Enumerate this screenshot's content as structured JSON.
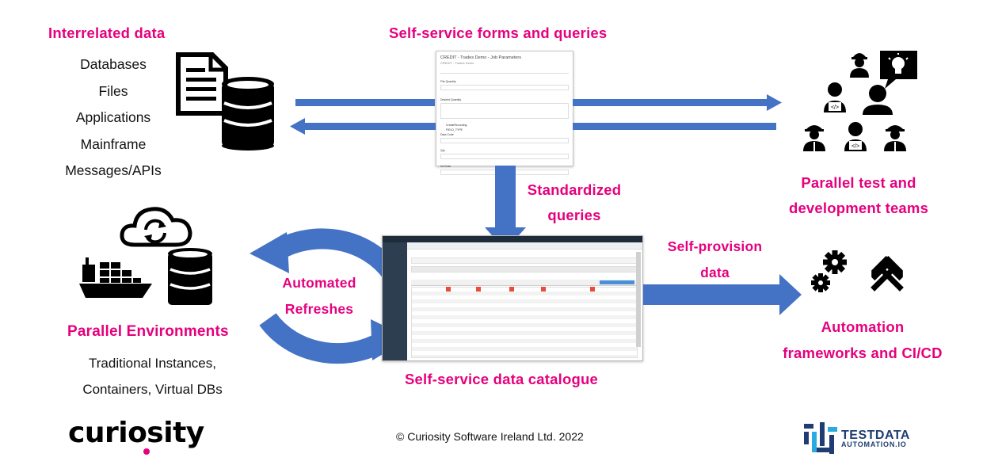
{
  "sources": {
    "title": "Interrelated data",
    "items": [
      "Databases",
      "Files",
      "Applications",
      "Mainframe",
      "Messages/APIs"
    ]
  },
  "forms": {
    "title": "Self-service forms and queries",
    "mock_title": "CREDIT - Trades Demo - Job Parameters",
    "mock_subtitle": "CREDIT - Trades Demo",
    "mock_fields": [
      "File Quantity",
      "Desired Quantity",
      "Data Code",
      "Qty",
      "Int Code"
    ],
    "mock_check_labels": [
      "CreateRecording",
      "FIELD_TYPE"
    ]
  },
  "teams": {
    "title_line1": "Parallel test and",
    "title_line2": "development teams"
  },
  "standardized": {
    "line1": "Standardized",
    "line2": "queries"
  },
  "refresh": {
    "line1": "Automated",
    "line2": "Refreshes"
  },
  "environments": {
    "title": "Parallel Environments",
    "line1": "Traditional Instances,",
    "line2": "Containers, Virtual DBs"
  },
  "catalogue": {
    "title": "Self-service data catalogue"
  },
  "provision": {
    "line1": "Self-provision",
    "line2": "data"
  },
  "automation": {
    "line1": "Automation",
    "line2": "frameworks and CI/CD"
  },
  "footer": {
    "copyright": "© Curiosity Software Ireland Ltd. 2022",
    "logo_left": "curiosity",
    "logo_right_line1": "TESTDATA",
    "logo_right_line2": "AUTOMATION.IO"
  },
  "colors": {
    "accent": "#e6007e",
    "arrow": "#4472c4",
    "icon": "#000000",
    "logo_blue": "#1f3d73"
  }
}
